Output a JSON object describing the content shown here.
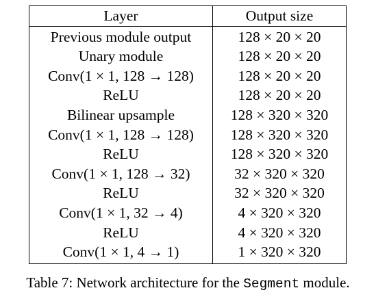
{
  "table": {
    "header": {
      "layer": "Layer",
      "output_size": "Output size"
    },
    "rows": [
      {
        "layer": "Previous module output",
        "output_size": "128 × 20 × 20"
      },
      {
        "layer": "Unary module",
        "output_size": "128 × 20 × 20"
      },
      {
        "layer": "Conv(1 × 1, 128 → 128)",
        "output_size": "128 × 20 × 20"
      },
      {
        "layer": "ReLU",
        "output_size": "128 × 20 × 20"
      },
      {
        "layer": "Bilinear upsample",
        "output_size": "128 × 320 × 320"
      },
      {
        "layer": "Conv(1 × 1, 128 → 128)",
        "output_size": "128 × 320 × 320"
      },
      {
        "layer": "ReLU",
        "output_size": "128 × 320 × 320"
      },
      {
        "layer": "Conv(1 × 1, 128 → 32)",
        "output_size": "32 × 320 × 320"
      },
      {
        "layer": "ReLU",
        "output_size": "32 × 320 × 320"
      },
      {
        "layer": "Conv(1 × 1, 32 → 4)",
        "output_size": "4 × 320 × 320"
      },
      {
        "layer": "ReLU",
        "output_size": "4 × 320 × 320"
      },
      {
        "layer": "Conv(1 × 1, 4 → 1)",
        "output_size": "1 × 320 × 320"
      }
    ]
  },
  "caption": {
    "prefix": "Table 7: Network architecture for the ",
    "code": "Segment",
    "suffix": " module."
  }
}
